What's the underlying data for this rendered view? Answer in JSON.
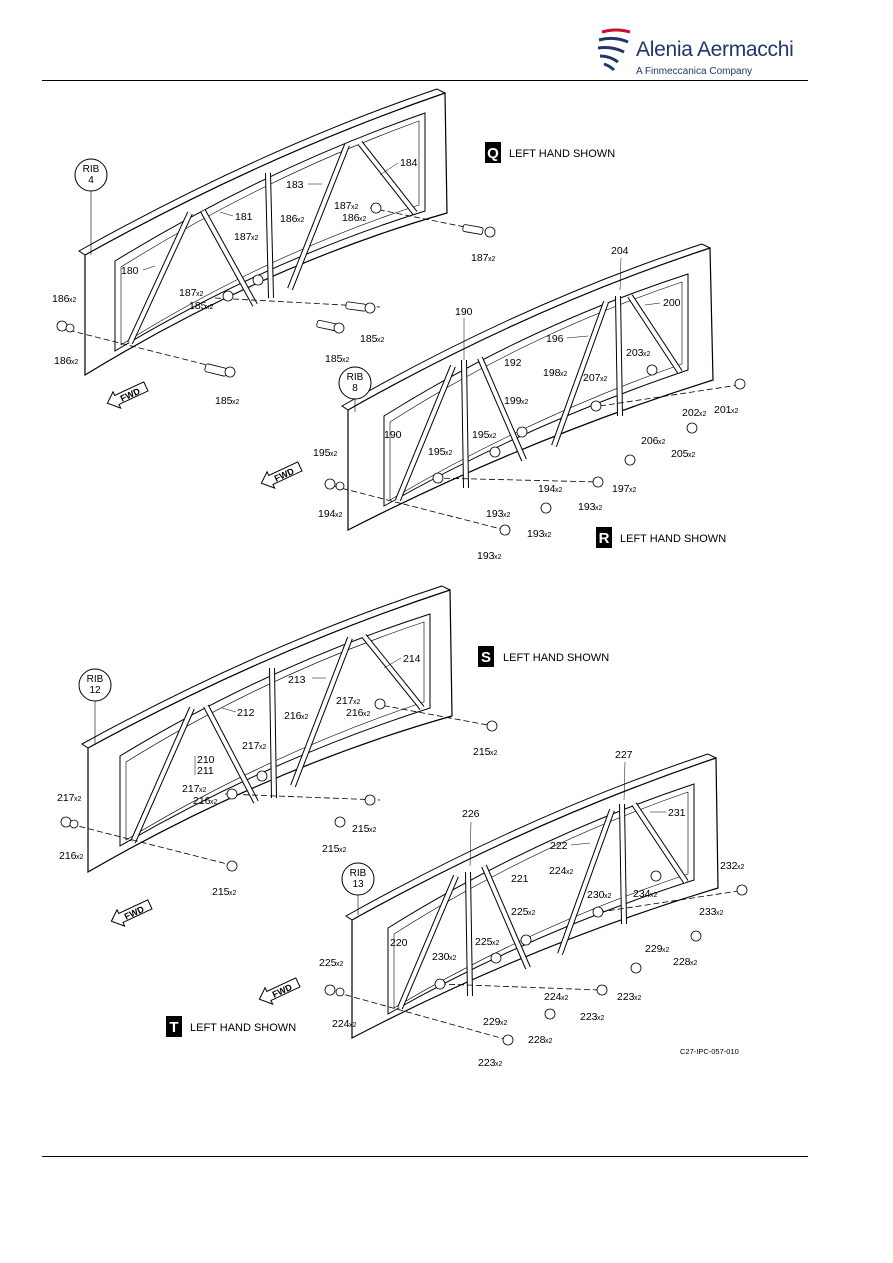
{
  "header": {
    "logo_name": "Alenia Aermacchi",
    "logo_tagline": "A Finmeccanica Company",
    "brand_color": "#20376b",
    "accent_red": "#c8102e"
  },
  "figure_ref": "C27-IPC-057-010",
  "views": [
    {
      "letter": "Q",
      "caption": "LEFT HAND SHOWN",
      "rib": [
        "RIB",
        "4"
      ]
    },
    {
      "letter": "R",
      "caption": "LEFT HAND SHOWN",
      "rib": [
        "RIB",
        "8"
      ]
    },
    {
      "letter": "S",
      "caption": "LEFT HAND SHOWN",
      "rib": [
        "RIB",
        "12"
      ]
    },
    {
      "letter": "T",
      "caption": "LEFT HAND SHOWN",
      "rib": [
        "RIB",
        "13"
      ]
    }
  ],
  "fwd_label": "FWD",
  "qty_suffix": "x2",
  "callouts": {
    "q": [
      "184",
      "183",
      "187",
      "186",
      "181",
      "186",
      "187",
      "180",
      "187",
      "186",
      "185",
      "187",
      "186",
      "185",
      "185",
      "185"
    ],
    "r": [
      "204",
      "190",
      "200",
      "196",
      "192",
      "203",
      "198",
      "207",
      "199",
      "190",
      "195",
      "195",
      "201",
      "202",
      "206",
      "205",
      "195",
      "194",
      "197",
      "193",
      "194",
      "193",
      "193"
    ],
    "s": [
      "214",
      "213",
      "217",
      "216",
      "212",
      "216",
      "217",
      "210",
      "211",
      "217",
      "216",
      "215",
      "217",
      "216",
      "215",
      "215",
      "215"
    ],
    "t": [
      "227",
      "226",
      "231",
      "222",
      "221",
      "224",
      "232",
      "230",
      "234",
      "225",
      "233",
      "220",
      "225",
      "230",
      "229",
      "228",
      "225",
      "224",
      "223",
      "223",
      "224",
      "229",
      "228",
      "223"
    ]
  }
}
